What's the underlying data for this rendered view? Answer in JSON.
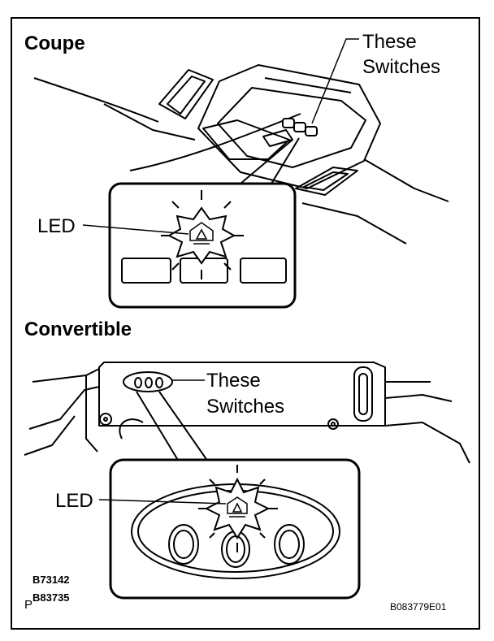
{
  "frame": {
    "stroke": "#000000",
    "fill": "#ffffff"
  },
  "coupe": {
    "title": "Coupe",
    "callout_line1": "These",
    "callout_line2": "Switches",
    "led_label": "LED"
  },
  "convertible": {
    "title": "Convertible",
    "callout_line1": "These",
    "callout_line2": "Switches",
    "led_label": "LED"
  },
  "codes": {
    "code1": "B73142",
    "code2": "B83735",
    "code_p": "P",
    "figure_id": "B083779E01"
  },
  "icons": [
    "led-star-icon",
    "house-triangle-icon",
    "switch-icon"
  ]
}
